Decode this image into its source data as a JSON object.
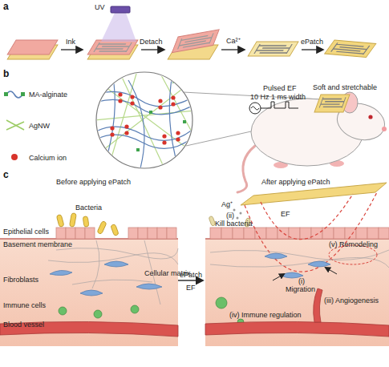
{
  "diagram": {
    "labels": [
      "a",
      "Ink",
      "UV",
      "Detach",
      "Ca²⁺",
      "ePatch",
      "b",
      "MA-alginate",
      "AgNW",
      "Calcium ion",
      "Pulsed EF",
      "10 Hz 1 ms width",
      "Soft and stretchable",
      "c",
      "Before applying ePatch",
      "Bacteria",
      "Epithelial cells",
      "Basement membrane",
      "Cellular matrix",
      "Fibroblasts",
      "Immune cells",
      "Blood vessel",
      "ePatch",
      "EF",
      "After applying ePatch",
      "Ag⁺",
      "(ii)",
      "Kill bacteria",
      "EF",
      "(v) Remodeling",
      "(i)",
      "Migration",
      "(iii) Angiogenesis",
      "(iv) Immune regulation"
    ]
  }
}
